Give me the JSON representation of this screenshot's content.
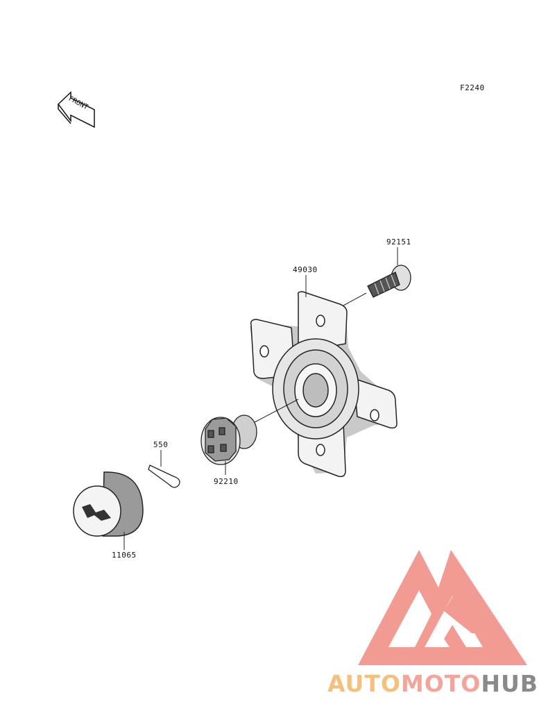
{
  "figure_code": "F2240",
  "front_arrow_text": "FRONT",
  "parts": {
    "p92151": "92151",
    "p49030": "49030",
    "p550": "550",
    "p92210": "92210",
    "p11065": "11065"
  },
  "watermark": {
    "part1": "AUTO",
    "part2": "MOTO",
    "part3": "HUB",
    "colors": {
      "auto": "#f5c07c",
      "moto": "#f3a59a",
      "hub": "#8a8a8a",
      "logo": "#f08a80"
    }
  }
}
